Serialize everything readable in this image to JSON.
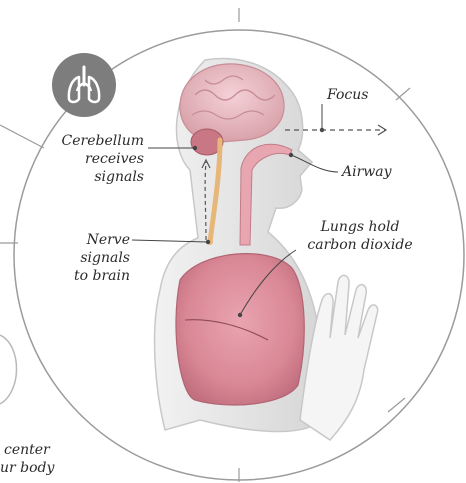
{
  "icon": {
    "name": "lungs-icon",
    "badge_color": "#7d7d7d"
  },
  "colors": {
    "brain": "#e6b6bd",
    "lungs": "#d98795",
    "nerve": "#e7b77a",
    "body": "#e8e8e8",
    "circle": "#9b9b9b"
  },
  "labels": {
    "focus": "Focus",
    "cerebellum": [
      "Cerebellum",
      "receives",
      "signals"
    ],
    "airway": "Airway",
    "nerve": [
      "Nerve",
      "signals",
      "to brain"
    ],
    "lungs": [
      "Lungs hold",
      "carbon dioxide"
    ],
    "partial_bottom_left": [
      "center",
      "ur body"
    ]
  }
}
